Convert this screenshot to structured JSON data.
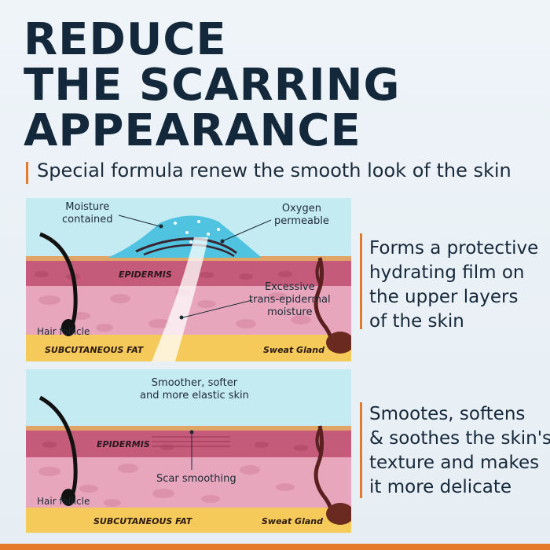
{
  "headline": [
    "REDUCE",
    "THE SCARRING",
    "APPEARANCE"
  ],
  "subheadline": "Special formula renew the smooth look of the skin",
  "panel_top": {
    "moisture": [
      "Moisture",
      "contained"
    ],
    "oxygen": [
      "Oxygen",
      "permeable"
    ],
    "epidermis": "EPIDERMIS",
    "excessive": [
      "Excessive",
      "trans-epidermal",
      "moisture"
    ],
    "hair_follicle": "Hair follicle",
    "fat": "SUBCUTANEOUS FAT",
    "sweat_gland": "Sweat Gland"
  },
  "panel_bottom": {
    "smoother": [
      "Smoother, softer",
      "and more elastic skin"
    ],
    "epidermis": "EPIDERMIS",
    "scar": "Scar smoothing",
    "hair_follicle": "Hair follicle",
    "fat": "SUBCUTANEOUS FAT",
    "sweat_gland": "Sweat Gland"
  },
  "side_top": [
    "Forms a protective",
    "hydrating film on",
    "the upper layers",
    "of the skin"
  ],
  "side_bottom": [
    "Smootes, softens",
    "& soothes the skin's",
    "texture and makes",
    "it more delicate"
  ],
  "colors": {
    "accent": "#e57a2b",
    "headline": "#14283c",
    "sky": "#c5ebf2",
    "epidermis": "#c45b7a",
    "dermis": "#e8a6bc",
    "fat": "#f5c95a",
    "film": "#4fc3e0"
  }
}
